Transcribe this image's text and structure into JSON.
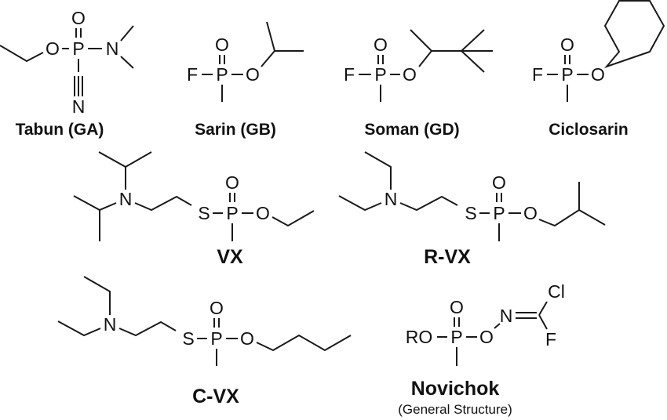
{
  "title": "Nerve agent structures",
  "molecules": [
    {
      "name": "Tabun (GA)",
      "atoms": [
        "O",
        "P",
        "N",
        "O",
        "N"
      ]
    },
    {
      "name": "Sarin (GB)",
      "atoms": [
        "F",
        "P",
        "O",
        "O"
      ]
    },
    {
      "name": "Soman (GD)",
      "atoms": [
        "F",
        "P",
        "O",
        "O"
      ]
    },
    {
      "name": "Ciclosarin",
      "atoms": [
        "F",
        "P",
        "O",
        "O"
      ]
    },
    {
      "name": "VX",
      "atoms": [
        "N",
        "S",
        "P",
        "O",
        "O"
      ]
    },
    {
      "name": "R-VX",
      "atoms": [
        "N",
        "S",
        "P",
        "O",
        "O"
      ]
    },
    {
      "name": "C-VX",
      "atoms": [
        "N",
        "S",
        "P",
        "O",
        "O"
      ]
    },
    {
      "name": "Novichok",
      "subtitle": "(General Structure)",
      "atoms": [
        "RO",
        "P",
        "O",
        "O",
        "N",
        "Cl",
        "F"
      ]
    }
  ]
}
